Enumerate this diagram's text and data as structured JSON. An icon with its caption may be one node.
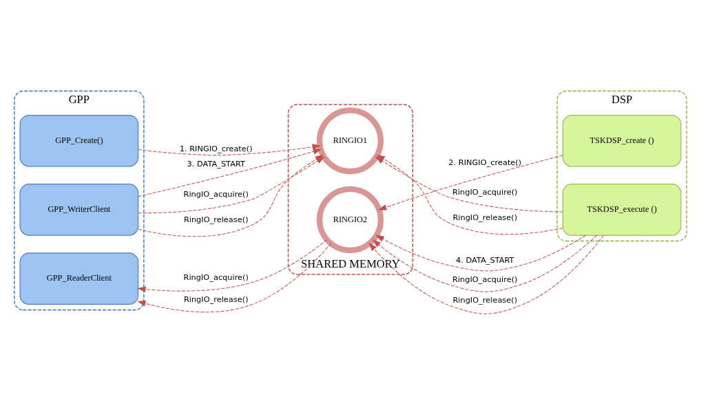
{
  "diagram": {
    "nodes": [
      {
        "text": [
          "GPP"
        ]
      },
      {
        "text": [
          "GPP_Create()"
        ],
        "in": 0
      },
      {
        "text": [
          "GPP_WriterClient"
        ],
        "in": 0
      },
      {
        "text": [
          "GPP_ReaderClient"
        ],
        "in": 0
      },
      {
        "text": [
          "SHARED MEMORY"
        ]
      },
      {
        "text": [
          "RINGIO1"
        ],
        "in": 4
      },
      {
        "text": [
          "RINGIO2"
        ],
        "in": 4
      },
      {
        "text": [
          "DSP"
        ]
      },
      {
        "text": [
          "TSKDSP_create ()"
        ],
        "in": 7
      },
      {
        "text": [
          "TSKDSP_execute ()"
        ],
        "in": 7
      }
    ],
    "edges": [
      {
        "from": 1,
        "to": 5,
        "arrow": "to",
        "label": "1. RINGIO_create()",
        "style": "dashed"
      },
      {
        "from": 8,
        "to": 6,
        "arrow": "to",
        "label": "2. RINGIO_create()",
        "style": "dashed"
      },
      {
        "from": 2,
        "to": 5,
        "arrow": "to",
        "label": "3. DATA_START",
        "style": "dashed"
      },
      {
        "from": 2,
        "to": 5,
        "arrow": "to",
        "label": "RingIO_acquire()",
        "style": "dashed"
      },
      {
        "from": 2,
        "to": 5,
        "arrow": "to",
        "label": "RingIO_release()",
        "style": "dashed"
      },
      {
        "from": 9,
        "to": 5,
        "arrow": "to",
        "label": "RingIO_acquire()",
        "style": "dashed"
      },
      {
        "from": 9,
        "to": 5,
        "arrow": "to",
        "label": "RingIO_release()",
        "style": "dashed"
      },
      {
        "from": 6,
        "to": 3,
        "arrow": "to",
        "label": "RingIO_acquire()",
        "style": "dashed"
      },
      {
        "from": 6,
        "to": 3,
        "arrow": "to",
        "label": "RingIO_release()",
        "style": "dashed"
      },
      {
        "from": 9,
        "to": 6,
        "arrow": "to",
        "label": "4. DATA_START",
        "style": "dashed"
      },
      {
        "from": 9,
        "to": 6,
        "arrow": "to",
        "label": "RingIO_acquire()",
        "style": "dashed"
      },
      {
        "from": 9,
        "to": 6,
        "arrow": "to",
        "label": "RingIO_release()",
        "style": "dashed"
      }
    ]
  }
}
